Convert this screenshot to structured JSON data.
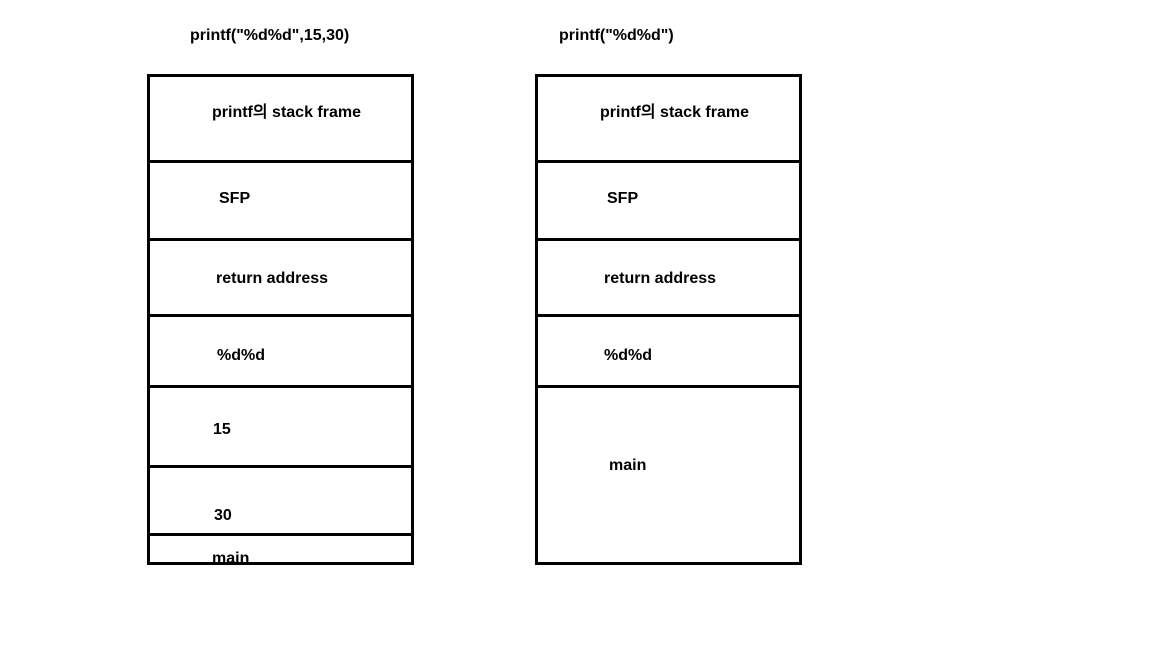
{
  "diagrams": [
    {
      "title": "printf(\"%d%d\",15,30)",
      "frames": [
        "printf의 stack frame",
        "SFP",
        "return address",
        "%d%d",
        "15",
        "30",
        "main"
      ]
    },
    {
      "title": "printf(\"%d%d\")",
      "frames": [
        "printf의 stack frame",
        "SFP",
        "return address",
        "%d%d",
        "main"
      ]
    }
  ]
}
